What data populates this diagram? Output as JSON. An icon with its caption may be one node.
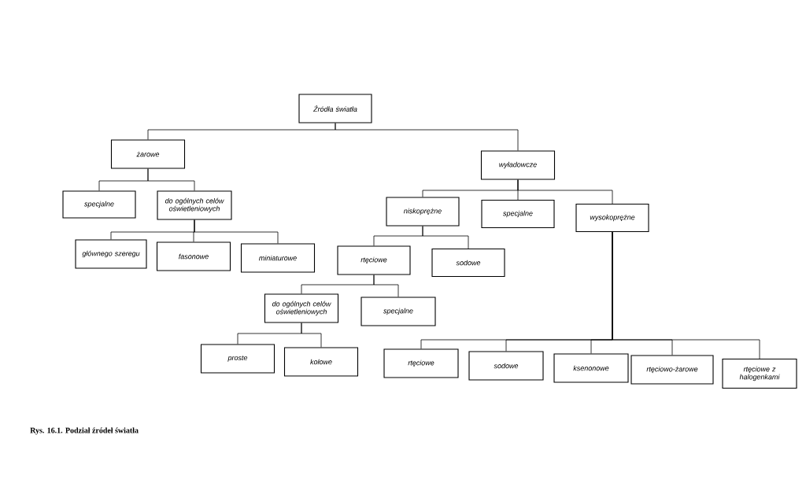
{
  "diagram": {
    "caption": "Rys. 16.1. Podział źródeł światła",
    "nodes": [
      {
        "text": [
          "Źródła światła"
        ]
      },
      {
        "text": [
          "żarowe"
        ]
      },
      {
        "text": [
          "wyładowcze"
        ]
      },
      {
        "text": [
          "specjalne"
        ]
      },
      {
        "text": [
          "do ogólnych celów oświetleniowych"
        ]
      },
      {
        "text": [
          "głównego szeregu"
        ]
      },
      {
        "text": [
          "fasonowe"
        ]
      },
      {
        "text": [
          "miniaturowe"
        ]
      },
      {
        "text": [
          "niskoprężne"
        ]
      },
      {
        "text": [
          "specjalne"
        ]
      },
      {
        "text": [
          "wysokoprężne"
        ]
      },
      {
        "text": [
          "rtęciowe"
        ]
      },
      {
        "text": [
          "sodowe"
        ]
      },
      {
        "text": [
          "do ogólnych celów oświetleniowych"
        ]
      },
      {
        "text": [
          "specjalne"
        ]
      },
      {
        "text": [
          "proste"
        ]
      },
      {
        "text": [
          "kołowe"
        ]
      },
      {
        "text": [
          "rtęciowe"
        ]
      },
      {
        "text": [
          "sodowe"
        ]
      },
      {
        "text": [
          "ksenonowe"
        ]
      },
      {
        "text": [
          "rtęciowo-żarowe"
        ]
      },
      {
        "text": [
          "rtęciowe z halogenkami"
        ]
      }
    ],
    "edges": [
      {
        "from": 0,
        "to": 1,
        "arrow": "none"
      },
      {
        "from": 0,
        "to": 2,
        "arrow": "none"
      },
      {
        "from": 1,
        "to": 3,
        "arrow": "none"
      },
      {
        "from": 1,
        "to": 4,
        "arrow": "none"
      },
      {
        "from": 4,
        "to": 5,
        "arrow": "none"
      },
      {
        "from": 4,
        "to": 6,
        "arrow": "none"
      },
      {
        "from": 4,
        "to": 7,
        "arrow": "none"
      },
      {
        "from": 2,
        "to": 8,
        "arrow": "none"
      },
      {
        "from": 2,
        "to": 9,
        "arrow": "none"
      },
      {
        "from": 2,
        "to": 10,
        "arrow": "none"
      },
      {
        "from": 8,
        "to": 11,
        "arrow": "none"
      },
      {
        "from": 8,
        "to": 12,
        "arrow": "none"
      },
      {
        "from": 11,
        "to": 13,
        "arrow": "none"
      },
      {
        "from": 11,
        "to": 14,
        "arrow": "none"
      },
      {
        "from": 13,
        "to": 15,
        "arrow": "none"
      },
      {
        "from": 13,
        "to": 16,
        "arrow": "none"
      },
      {
        "from": 10,
        "to": 17,
        "arrow": "none"
      },
      {
        "from": 10,
        "to": 18,
        "arrow": "none"
      },
      {
        "from": 10,
        "to": 19,
        "arrow": "none"
      },
      {
        "from": 10,
        "to": 20,
        "arrow": "none"
      },
      {
        "from": 10,
        "to": 21,
        "arrow": "none"
      }
    ]
  }
}
